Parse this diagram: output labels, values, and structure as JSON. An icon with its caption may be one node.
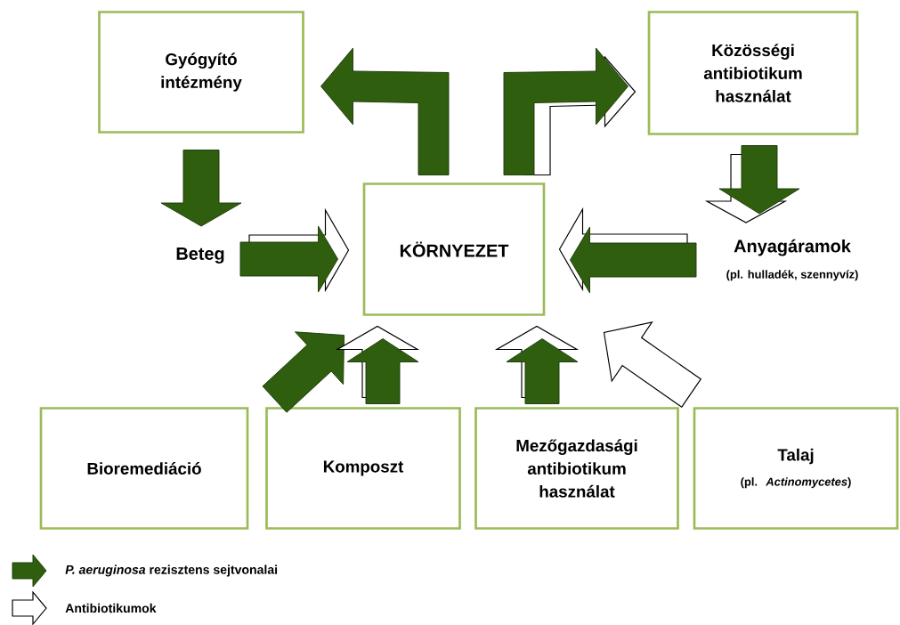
{
  "diagram": {
    "nodes": [
      {
        "text": [
          "Gyógyító intézmény"
        ]
      },
      {
        "text": [
          "Közösségi antibiotikum használat"
        ]
      },
      {
        "text": [
          "KÖRNYEZET"
        ]
      },
      {
        "text": [
          "Beteg"
        ]
      },
      {
        "text": [
          "Anyagáramok",
          "(pl. hulladék, szennyvíz)"
        ]
      },
      {
        "text": [
          "Bioremediáció"
        ]
      },
      {
        "text": [
          "Komposzt"
        ]
      },
      {
        "text": [
          "Mezőgazdasági antibiotikum használat"
        ]
      },
      {
        "text": [
          "Talaj",
          "(pl. *Actinomycetes*)"
        ]
      }
    ],
    "edges": [
      {
        "from": 2,
        "to": 0,
        "arrow": "to"
      },
      {
        "from": 2,
        "to": 1,
        "arrow": "to",
        "color": "#ffffff"
      },
      {
        "from": 2,
        "to": 1,
        "arrow": "to"
      },
      {
        "from": 0,
        "to": 3,
        "arrow": "to"
      },
      {
        "from": 1,
        "to": 4,
        "arrow": "to",
        "color": "#ffffff"
      },
      {
        "from": 1,
        "to": 4,
        "arrow": "to"
      },
      {
        "from": 3,
        "to": 2,
        "arrow": "to",
        "color": "#ffffff"
      },
      {
        "from": 3,
        "to": 2,
        "arrow": "to"
      },
      {
        "from": 4,
        "to": 2,
        "arrow": "to",
        "color": "#ffffff"
      },
      {
        "from": 4,
        "to": 2,
        "arrow": "to"
      },
      {
        "from": 5,
        "to": 2,
        "arrow": "to"
      },
      {
        "from": 6,
        "to": 2,
        "arrow": "to",
        "color": "#ffffff"
      },
      {
        "from": 6,
        "to": 2,
        "arrow": "to"
      },
      {
        "from": 7,
        "to": 2,
        "arrow": "to",
        "color": "#ffffff"
      },
      {
        "from": 7,
        "to": 2,
        "arrow": "to"
      },
      {
        "from": 8,
        "to": 2,
        "arrow": "to",
        "color": "#ffffff"
      }
    ],
    "legend": [
      {
        "text": "*P. aeruginosa* rezisztens sejtvonalai"
      },
      {
        "text": "Antibiotikumok"
      }
    ]
  }
}
